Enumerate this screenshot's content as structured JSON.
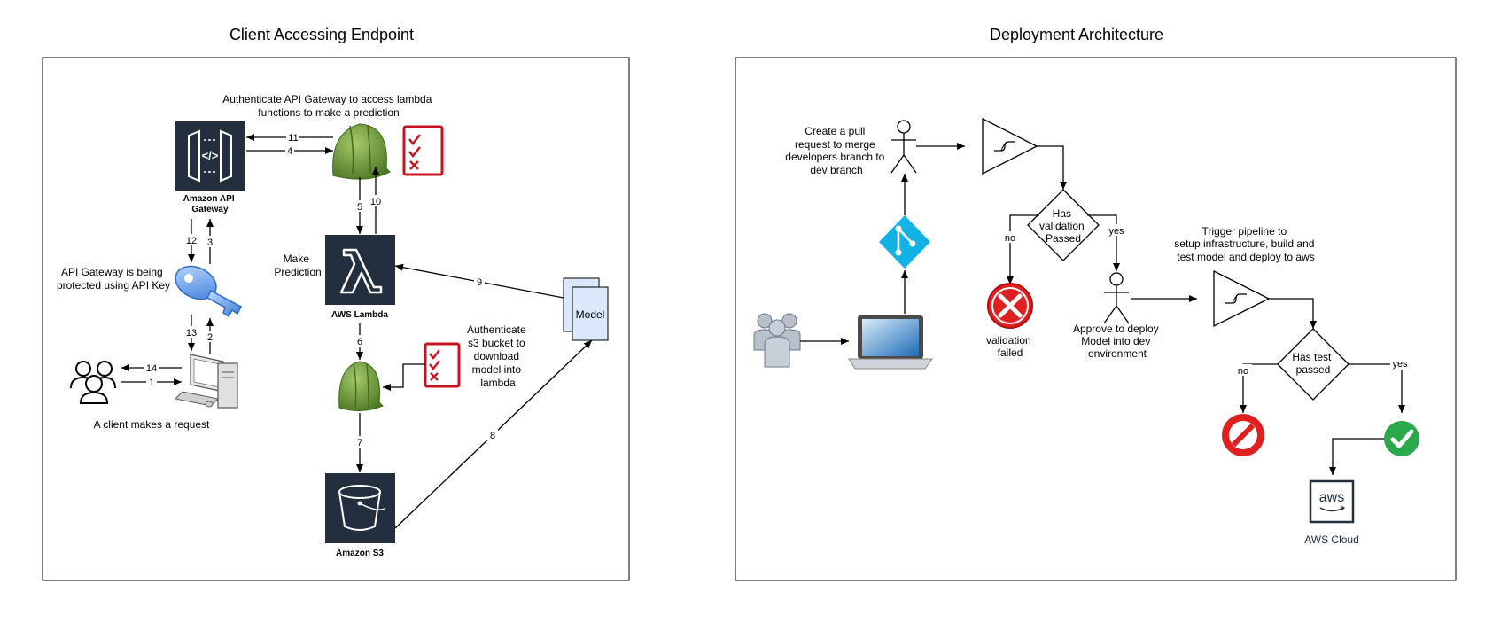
{
  "left": {
    "title": "Client Accessing Endpoint",
    "api_gateway_label": [
      "Amazon API",
      "Gateway"
    ],
    "lambda_label": "AWS Lambda",
    "s3_label": "Amazon S3",
    "model_label": "Model",
    "auth_api_text": [
      "Authenticate API Gateway to access lambda",
      "functions to make a prediction"
    ],
    "make_prediction_text": [
      "Make",
      "Prediction"
    ],
    "api_key_text": [
      "API Gateway is being",
      "protected using API Key"
    ],
    "auth_s3_text": [
      "Authenticate",
      "s3 bucket to",
      "download",
      "model into",
      "lambda"
    ],
    "client_text": "A client makes a request",
    "steps": {
      "s1": "1",
      "s2": "2",
      "s3": "3",
      "s4": "4",
      "s5": "5",
      "s6": "6",
      "s7": "7",
      "s8": "8",
      "s9": "9",
      "s10": "10",
      "s11": "11",
      "s12": "12",
      "s13": "13",
      "s14": "14"
    }
  },
  "right": {
    "title": "Deployment Architecture",
    "pull_request_text": [
      "Create a pull",
      "request to merge",
      "developers branch to",
      "dev branch"
    ],
    "validation_diamond": [
      "Has",
      "validation",
      "Passed"
    ],
    "no1": "no",
    "yes1": "yes",
    "validation_failed": [
      "validation",
      "failed"
    ],
    "approve_text": [
      "Approve to deploy",
      "Model into dev",
      "environment"
    ],
    "trigger_text": [
      "Trigger pipeline to",
      "setup infrastructure, build and",
      "test model and deploy to aws"
    ],
    "test_diamond": [
      "Has test",
      "passed"
    ],
    "no2": "no",
    "yes2": "yes",
    "aws_cloud_label": "AWS Cloud"
  },
  "colors": {
    "aws_dark": "#232F3E",
    "helmet_green": "#6D9B3A",
    "checklist_red": "#C7131F",
    "key_blue": "#4A90E2",
    "git_blue": "#12B2E6",
    "error_red": "#E02020",
    "success_green": "#2BA84A",
    "model_fill": "#DAE8FC"
  }
}
